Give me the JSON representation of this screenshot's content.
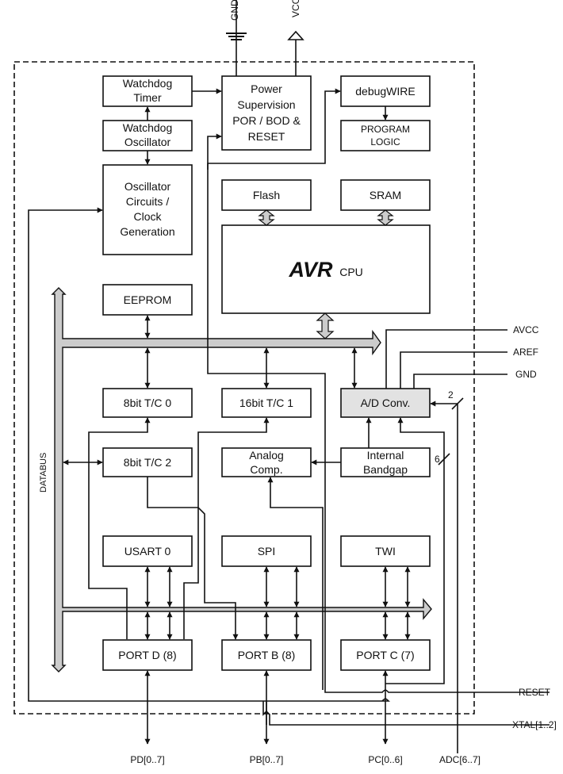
{
  "pins_top": {
    "gnd": "GND",
    "vcc": "VCC"
  },
  "blocks": {
    "watchdog_timer": [
      "Watchdog",
      "Timer"
    ],
    "watchdog_oscillator": [
      "Watchdog",
      "Oscillator"
    ],
    "oscillator": [
      "Oscillator",
      "Circuits /",
      "Clock",
      "Generation"
    ],
    "power_supervision": [
      "Power",
      "Supervision",
      "POR / BOD &",
      "RESET"
    ],
    "debugwire": [
      "debugWIRE"
    ],
    "program_logic": [
      "PROGRAM",
      "LOGIC"
    ],
    "flash": [
      "Flash"
    ],
    "sram": [
      "SRAM"
    ],
    "cpu_logo": "AVR",
    "cpu_label": "CPU",
    "eeprom": [
      "EEPROM"
    ],
    "tc0": [
      "8bit T/C 0"
    ],
    "tc1": [
      "16bit T/C 1"
    ],
    "adc": [
      "A/D Conv."
    ],
    "tc2": [
      "8bit T/C 2"
    ],
    "analog_comp": [
      "Analog",
      "Comp."
    ],
    "bandgap": [
      "Internal",
      "Bandgap"
    ],
    "usart": [
      "USART 0"
    ],
    "spi": [
      "SPI"
    ],
    "twi": [
      "TWI"
    ],
    "portd": [
      "PORT D (8)"
    ],
    "portb": [
      "PORT B (8)"
    ],
    "portc": [
      "PORT C (7)"
    ]
  },
  "databus_label": "DATABUS",
  "pins_right": {
    "avcc": "AVCC",
    "aref": "AREF",
    "gnd": "GND",
    "reset": "RESET",
    "xtal": "XTAL[1..2]"
  },
  "pins_bottom": {
    "pd": "PD[0..7]",
    "pb": "PB[0..7]",
    "pc": "PC[0..6]",
    "adc": "ADC[6..7]"
  },
  "bus_widths": {
    "adc_mux": "2",
    "bandgap_mux": "6"
  }
}
